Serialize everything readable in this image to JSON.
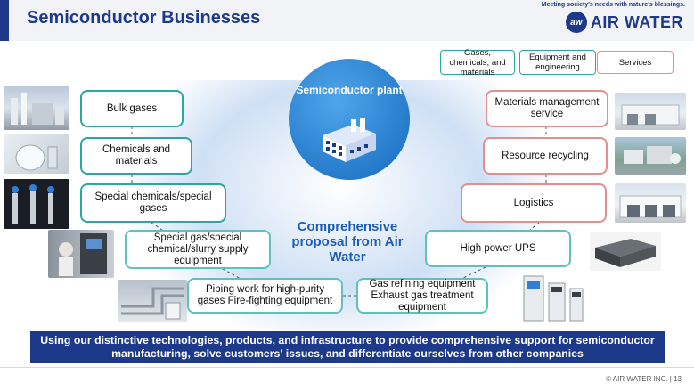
{
  "header": {
    "title": "Semiconductor Businesses",
    "tagline": "Meeting society's needs with nature's blessings.",
    "logo_mark": "aw",
    "logo_text": "AIR WATER"
  },
  "legend": {
    "gases": "Gases, chemicals, and materials",
    "equipment": "Equipment and engineering",
    "services": "Services"
  },
  "center": {
    "plant_label": "Semiconductor plant",
    "proposal": "Comprehensive proposal from Air Water"
  },
  "left_items": [
    "Bulk gases",
    "Chemicals and materials",
    "Special chemicals/special gases",
    "Special gas/special chemical/slurry supply equipment"
  ],
  "bottom_items": [
    "Piping work for high-purity gases Fire-fighting equipment",
    "Gas refining equipment Exhaust gas treatment equipment"
  ],
  "right_items": [
    "Materials management service",
    "Resource recycling",
    "Logistics",
    "High power UPS"
  ],
  "banner": "Using our distinctive technologies, products, and infrastructure to provide comprehensive support for semiconductor manufacturing, solve customers' issues, and differentiate ourselves from other companies",
  "footer": "© AIR WATER INC. | 13",
  "colors": {
    "navy": "#1d3a8a",
    "teal": "#2aa6a3",
    "pink": "#e58e8e",
    "blue": "#1569bf"
  }
}
